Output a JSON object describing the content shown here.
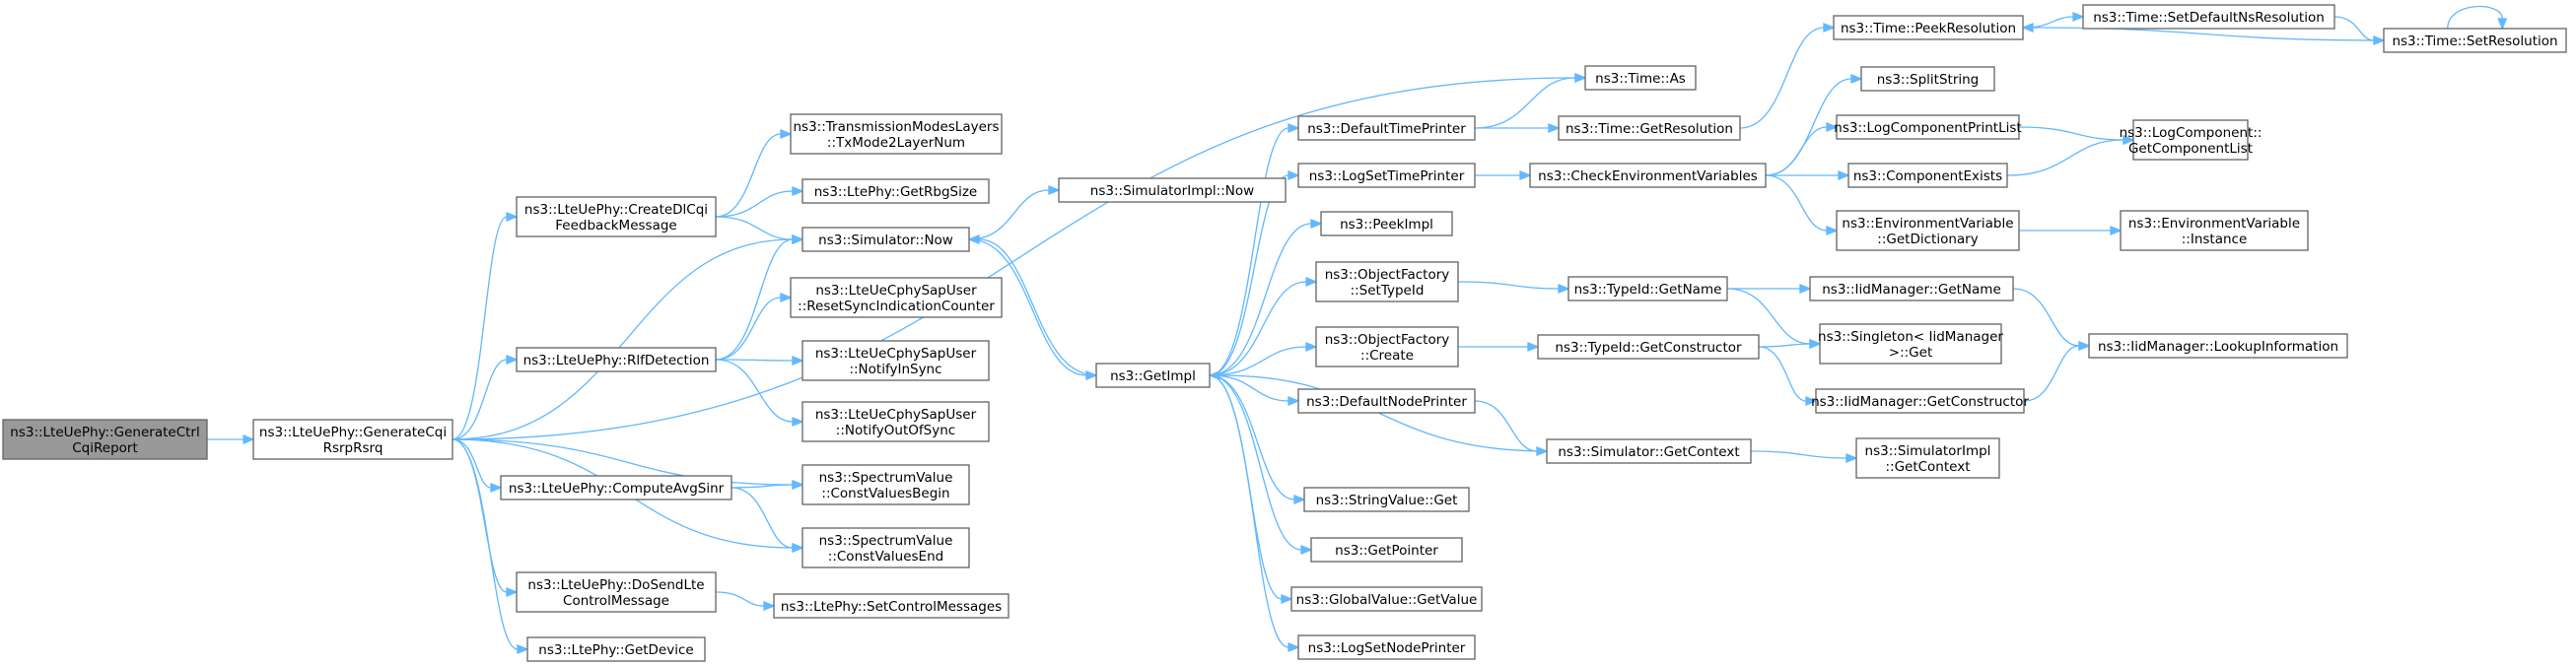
{
  "graph": {
    "root": "ns3::LteUePhy::GenerateCtrlCqiReport",
    "nodes": [
      {
        "id": "n0",
        "lines": [
          "ns3::LteUePhy::GenerateCtrl",
          "CqiReport"
        ],
        "root": true
      },
      {
        "id": "n1",
        "lines": [
          "ns3::LteUePhy::GenerateCqi",
          "RsrpRsrq"
        ]
      },
      {
        "id": "n2",
        "lines": [
          "ns3::Time::As"
        ]
      },
      {
        "id": "n3",
        "lines": [
          "ns3::LteUePhy::CreateDlCqi",
          "FeedbackMessage"
        ]
      },
      {
        "id": "n4",
        "lines": [
          "ns3::Simulator::Now"
        ]
      },
      {
        "id": "n5",
        "lines": [
          "ns3::LteUePhy::RlfDetection"
        ]
      },
      {
        "id": "n6",
        "lines": [
          "ns3::LteUePhy::ComputeAvgSinr"
        ]
      },
      {
        "id": "n7",
        "lines": [
          "ns3::SpectrumValue",
          "::ConstValuesBegin"
        ]
      },
      {
        "id": "n8",
        "lines": [
          "ns3::SpectrumValue",
          "::ConstValuesEnd"
        ]
      },
      {
        "id": "n9",
        "lines": [
          "ns3::LteUePhy::DoSendLte",
          "ControlMessage"
        ]
      },
      {
        "id": "n10",
        "lines": [
          "ns3::LtePhy::GetDevice"
        ]
      },
      {
        "id": "n11",
        "lines": [
          "ns3::TransmissionModesLayers",
          "::TxMode2LayerNum"
        ]
      },
      {
        "id": "n12",
        "lines": [
          "ns3::LtePhy::GetRbgSize"
        ]
      },
      {
        "id": "n13",
        "lines": [
          "ns3::LteUeCphySapUser",
          "::ResetSyncIndicationCounter"
        ]
      },
      {
        "id": "n14",
        "lines": [
          "ns3::LteUeCphySapUser",
          "::NotifyInSync"
        ]
      },
      {
        "id": "n15",
        "lines": [
          "ns3::LteUeCphySapUser",
          "::NotifyOutOfSync"
        ]
      },
      {
        "id": "n16",
        "lines": [
          "ns3::LtePhy::SetControlMessages"
        ]
      },
      {
        "id": "n17",
        "lines": [
          "ns3::SimulatorImpl::Now"
        ]
      },
      {
        "id": "n18",
        "lines": [
          "ns3::GetImpl"
        ]
      },
      {
        "id": "n19",
        "lines": [
          "ns3::DefaultTimePrinter"
        ]
      },
      {
        "id": "n20",
        "lines": [
          "ns3::LogSetTimePrinter"
        ]
      },
      {
        "id": "n21",
        "lines": [
          "ns3::PeekImpl"
        ]
      },
      {
        "id": "n22",
        "lines": [
          "ns3::ObjectFactory",
          "::SetTypeId"
        ]
      },
      {
        "id": "n23",
        "lines": [
          "ns3::ObjectFactory",
          "::Create"
        ]
      },
      {
        "id": "n24",
        "lines": [
          "ns3::DefaultNodePrinter"
        ]
      },
      {
        "id": "n25",
        "lines": [
          "ns3::StringValue::Get"
        ]
      },
      {
        "id": "n26",
        "lines": [
          "ns3::GetPointer"
        ]
      },
      {
        "id": "n27",
        "lines": [
          "ns3::GlobalValue::GetValue"
        ]
      },
      {
        "id": "n28",
        "lines": [
          "ns3::LogSetNodePrinter"
        ]
      },
      {
        "id": "n29",
        "lines": [
          "ns3::Time::GetResolution"
        ]
      },
      {
        "id": "n30",
        "lines": [
          "ns3::CheckEnvironmentVariables"
        ]
      },
      {
        "id": "n31",
        "lines": [
          "ns3::TypeId::GetName"
        ]
      },
      {
        "id": "n32",
        "lines": [
          "ns3::TypeId::GetConstructor"
        ]
      },
      {
        "id": "n33",
        "lines": [
          "ns3::Simulator::GetContext"
        ]
      },
      {
        "id": "n34",
        "lines": [
          "ns3::Time::PeekResolution"
        ]
      },
      {
        "id": "n35",
        "lines": [
          "ns3::SplitString"
        ]
      },
      {
        "id": "n36",
        "lines": [
          "ns3::LogComponentPrintList"
        ]
      },
      {
        "id": "n37",
        "lines": [
          "ns3::ComponentExists"
        ]
      },
      {
        "id": "n38",
        "lines": [
          "ns3::EnvironmentVariable",
          "::GetDictionary"
        ]
      },
      {
        "id": "n39",
        "lines": [
          "ns3::IidManager::GetName"
        ]
      },
      {
        "id": "n40",
        "lines": [
          "ns3::Singleton< IidManager",
          " >::Get"
        ]
      },
      {
        "id": "n41",
        "lines": [
          "ns3::IidManager::GetConstructor"
        ]
      },
      {
        "id": "n42",
        "lines": [
          "ns3::SimulatorImpl",
          "::GetContext"
        ]
      },
      {
        "id": "n43",
        "lines": [
          "ns3::Time::SetDefaultNsResolution"
        ]
      },
      {
        "id": "n44",
        "lines": [
          "ns3::Time::SetResolution"
        ]
      },
      {
        "id": "n45",
        "lines": [
          "ns3::LogComponent::",
          "GetComponentList"
        ]
      },
      {
        "id": "n46",
        "lines": [
          "ns3::EnvironmentVariable",
          "::Instance"
        ]
      },
      {
        "id": "n47",
        "lines": [
          "ns3::IidManager::LookupInformation"
        ]
      }
    ],
    "edges": [
      [
        "n0",
        "n1"
      ],
      [
        "n1",
        "n2"
      ],
      [
        "n1",
        "n3"
      ],
      [
        "n1",
        "n4"
      ],
      [
        "n1",
        "n5"
      ],
      [
        "n1",
        "n6"
      ],
      [
        "n1",
        "n7"
      ],
      [
        "n1",
        "n8"
      ],
      [
        "n1",
        "n9"
      ],
      [
        "n1",
        "n10"
      ],
      [
        "n3",
        "n11"
      ],
      [
        "n3",
        "n12"
      ],
      [
        "n3",
        "n4"
      ],
      [
        "n5",
        "n4"
      ],
      [
        "n5",
        "n13"
      ],
      [
        "n5",
        "n14"
      ],
      [
        "n5",
        "n15"
      ],
      [
        "n6",
        "n7"
      ],
      [
        "n6",
        "n8"
      ],
      [
        "n9",
        "n16"
      ],
      [
        "n4",
        "n17"
      ],
      [
        "n4",
        "n18"
      ],
      [
        "n18",
        "n19"
      ],
      [
        "n18",
        "n20"
      ],
      [
        "n18",
        "n21"
      ],
      [
        "n18",
        "n22"
      ],
      [
        "n18",
        "n23"
      ],
      [
        "n18",
        "n24"
      ],
      [
        "n18",
        "n25"
      ],
      [
        "n18",
        "n26"
      ],
      [
        "n18",
        "n27"
      ],
      [
        "n18",
        "n28"
      ],
      [
        "n18",
        "n4"
      ],
      [
        "n19",
        "n2"
      ],
      [
        "n19",
        "n29"
      ],
      [
        "n20",
        "n30"
      ],
      [
        "n22",
        "n31"
      ],
      [
        "n23",
        "n32"
      ],
      [
        "n24",
        "n33"
      ],
      [
        "n33",
        "n18"
      ],
      [
        "n33",
        "n42"
      ],
      [
        "n29",
        "n34"
      ],
      [
        "n34",
        "n43"
      ],
      [
        "n43",
        "n44"
      ],
      [
        "n44",
        "n34"
      ],
      [
        "n44",
        "n44"
      ],
      [
        "n30",
        "n35"
      ],
      [
        "n30",
        "n36"
      ],
      [
        "n30",
        "n37"
      ],
      [
        "n30",
        "n38"
      ],
      [
        "n36",
        "n45"
      ],
      [
        "n37",
        "n45"
      ],
      [
        "n38",
        "n46"
      ],
      [
        "n31",
        "n39"
      ],
      [
        "n31",
        "n40"
      ],
      [
        "n32",
        "n40"
      ],
      [
        "n32",
        "n41"
      ],
      [
        "n39",
        "n47"
      ],
      [
        "n41",
        "n47"
      ]
    ]
  }
}
